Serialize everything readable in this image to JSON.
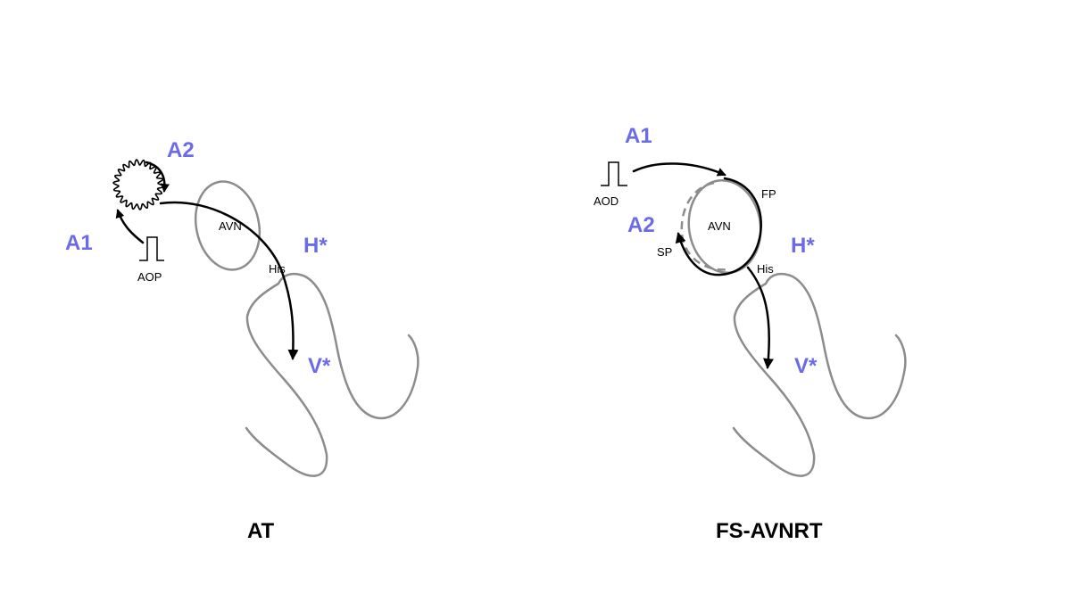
{
  "colors": {
    "accent": "#6b6bea",
    "tissue": "#8c8c8c",
    "path": "#000000"
  },
  "panels": [
    {
      "title": "AT",
      "labels": {
        "a1": "A1",
        "a2": "A2",
        "h": "H*",
        "v": "V*",
        "avn": "AVN",
        "his": "His",
        "pacing": "AOP"
      }
    },
    {
      "title": "FS-AVNRT",
      "labels": {
        "a1": "A1",
        "a2": "A2",
        "h": "H*",
        "v": "V*",
        "avn": "AVN",
        "his": "His",
        "pacing": "AOD",
        "fp": "FP",
        "sp": "SP"
      }
    }
  ]
}
